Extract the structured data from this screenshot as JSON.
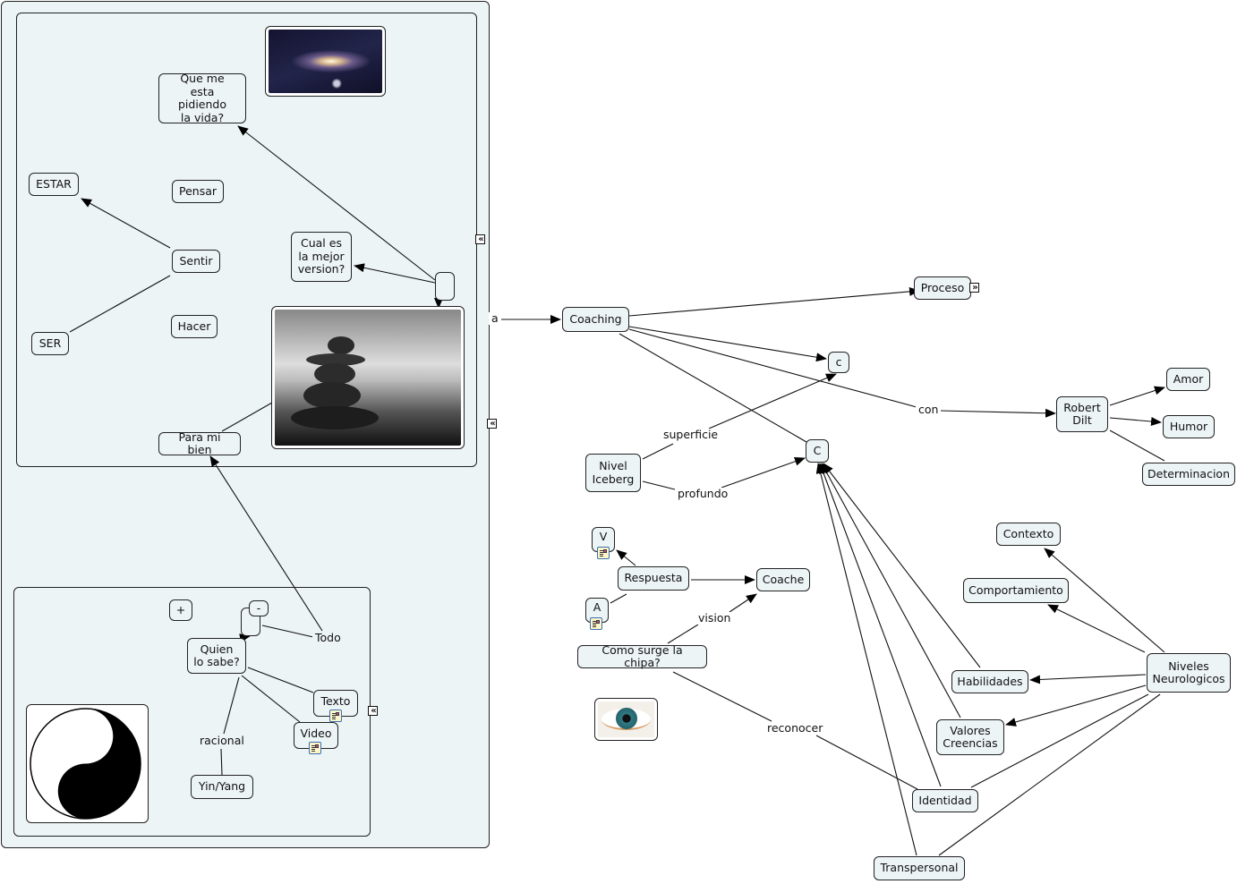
{
  "map": {
    "colors": {
      "node_fill": "#edf4f6",
      "panel_fill": "#edf4f6",
      "stroke": "#222222",
      "background": "#ffffff"
    },
    "left_panel": {
      "top_group": {
        "nodes": {
          "que_me_pide": "Que me\nesta pidiendo\nla vida?",
          "estar": "ESTAR",
          "pensar": "Pensar",
          "sentir": "Sentir",
          "cual_es": "Cual es\nla mejor\nversion?",
          "ser": "SER",
          "hacer": "Hacer",
          "para_mi_bien": "Para mi bien",
          "empty": ""
        },
        "images": {
          "galaxy": "galaxy-image",
          "stones": "balanced-stones-image"
        }
      },
      "bottom_group": {
        "nodes": {
          "plus": "+",
          "minus": "-",
          "quien": "Quien\nlo sabe?",
          "texto": "Texto",
          "video": "Video",
          "yin_yang": "Yin/Yang",
          "empty": ""
        },
        "link_labels": {
          "todo": "Todo",
          "racional": "racional"
        },
        "images": {
          "yinyang": "yin-yang-image"
        }
      },
      "link_label_a": "a"
    },
    "right": {
      "nodes": {
        "coaching": "Coaching",
        "proceso": "Proceso",
        "c_small": "c",
        "c_big": "C",
        "robert_dilt": "Robert\nDilt",
        "amor": "Amor",
        "humor": "Humor",
        "determinacion": "Determinacion",
        "nivel_iceberg": "Nivel\nIceberg",
        "v": "V",
        "a": "A",
        "respuesta": "Respuesta",
        "coache": "Coache",
        "como_surge": "Como surge la chipa?",
        "contexto": "Contexto",
        "comportamiento": "Comportamiento",
        "habilidades": "Habilidades",
        "valores": "Valores\nCreencias",
        "niveles": "Niveles\nNeurologicos",
        "identidad": "Identidad",
        "transpersonal": "Transpersonal"
      },
      "link_labels": {
        "con": "con",
        "superficie": "superficie",
        "profundo": "profundo",
        "vision": "vision",
        "reconocer": "reconocer"
      },
      "images": {
        "eye": "eye-image"
      }
    },
    "icons": {
      "collapse": "collapse-icon",
      "expand": "expand-icon",
      "attachment": "resource-attachment-icon"
    },
    "glyphs": {
      "collapse": "«",
      "expand": "»"
    }
  }
}
